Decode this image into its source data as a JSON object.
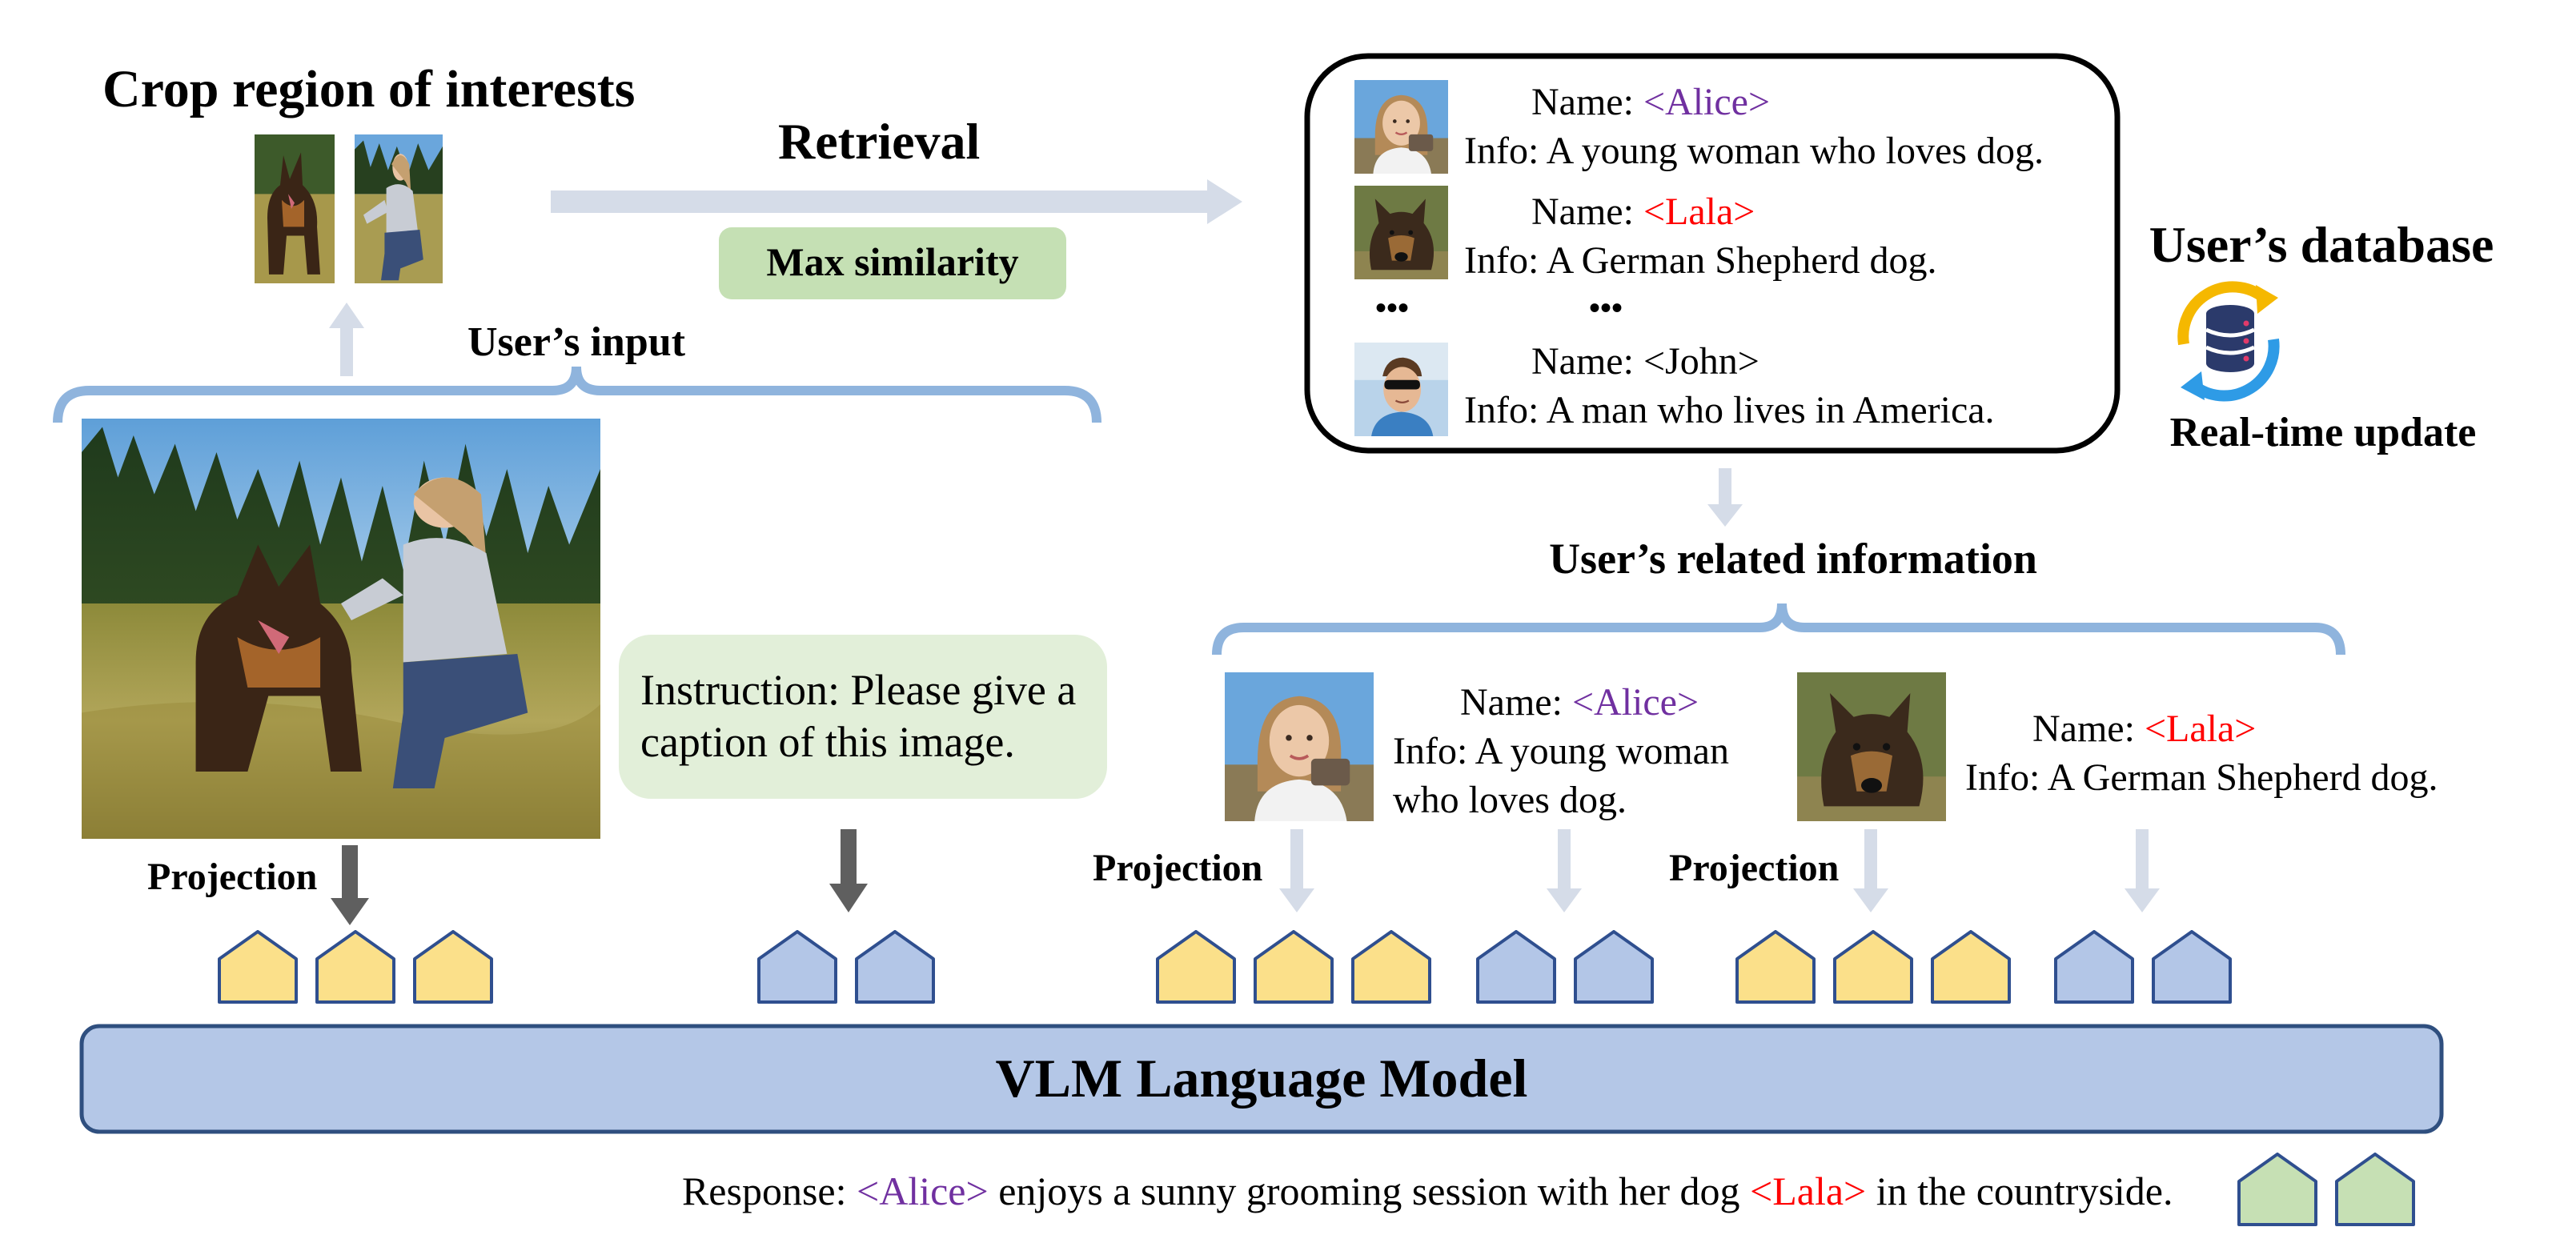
{
  "crop": {
    "title": "Crop region of interests"
  },
  "retrieval": {
    "title": "Retrieval",
    "method_label": "Max similarity"
  },
  "user_input": {
    "label": "User’s input"
  },
  "database": {
    "title": "User’s database",
    "update_label": "Real-time update",
    "ellipsis": "•••",
    "entries": [
      {
        "name_prefix": "Name: ",
        "name_tag": "<Alice>",
        "name_color": "#7030a0",
        "info": "Info: A young woman who loves dog.",
        "portrait": "woman-portrait"
      },
      {
        "name_prefix": "Name: ",
        "name_tag": "<Lala>",
        "name_color": "#ff0000",
        "info": "Info: A German Shepherd dog.",
        "portrait": "dog-portrait"
      },
      {
        "name_prefix": "Name: ",
        "name_tag": "<John>",
        "name_color": "#000000",
        "info": "Info: A man who lives in America.",
        "portrait": "man-portrait"
      }
    ]
  },
  "related": {
    "title": "User’s related information",
    "alice": {
      "name_prefix": "Name: ",
      "name_tag": "<Alice>",
      "info_line1": "Info: A young woman",
      "info_line2": "who loves dog."
    },
    "lala": {
      "name_prefix": "Name: ",
      "name_tag": "<Lala>",
      "info": "Info: A German Shepherd dog."
    }
  },
  "instruction": {
    "line1": "Instruction: Please give a",
    "line2": "caption of this image."
  },
  "projection_label": "Projection",
  "model": {
    "label": "VLM Language Model"
  },
  "response": {
    "prefix": "Response: ",
    "alice_tag": "<Alice>",
    "middle": " enjoys a sunny grooming session with her dog ",
    "lala_tag": "<Lala>",
    "suffix": " in the countryside."
  },
  "colors": {
    "alice": "#7030a0",
    "lala": "#ff0000",
    "bracket": "#8fb4dd",
    "arrow_light": "#d5dce8",
    "arrow_dark": "#5f5f5f",
    "token_yellow": "#fbe08a",
    "token_blue": "#b3c6e7",
    "token_green": "#c6e0b4",
    "token_border": "#2f4f8f",
    "model_fill": "#b4c7e7",
    "model_border": "#2f4f7f",
    "instruction_bg": "#e2efd9",
    "similarity_bg": "#c5e0b4"
  }
}
